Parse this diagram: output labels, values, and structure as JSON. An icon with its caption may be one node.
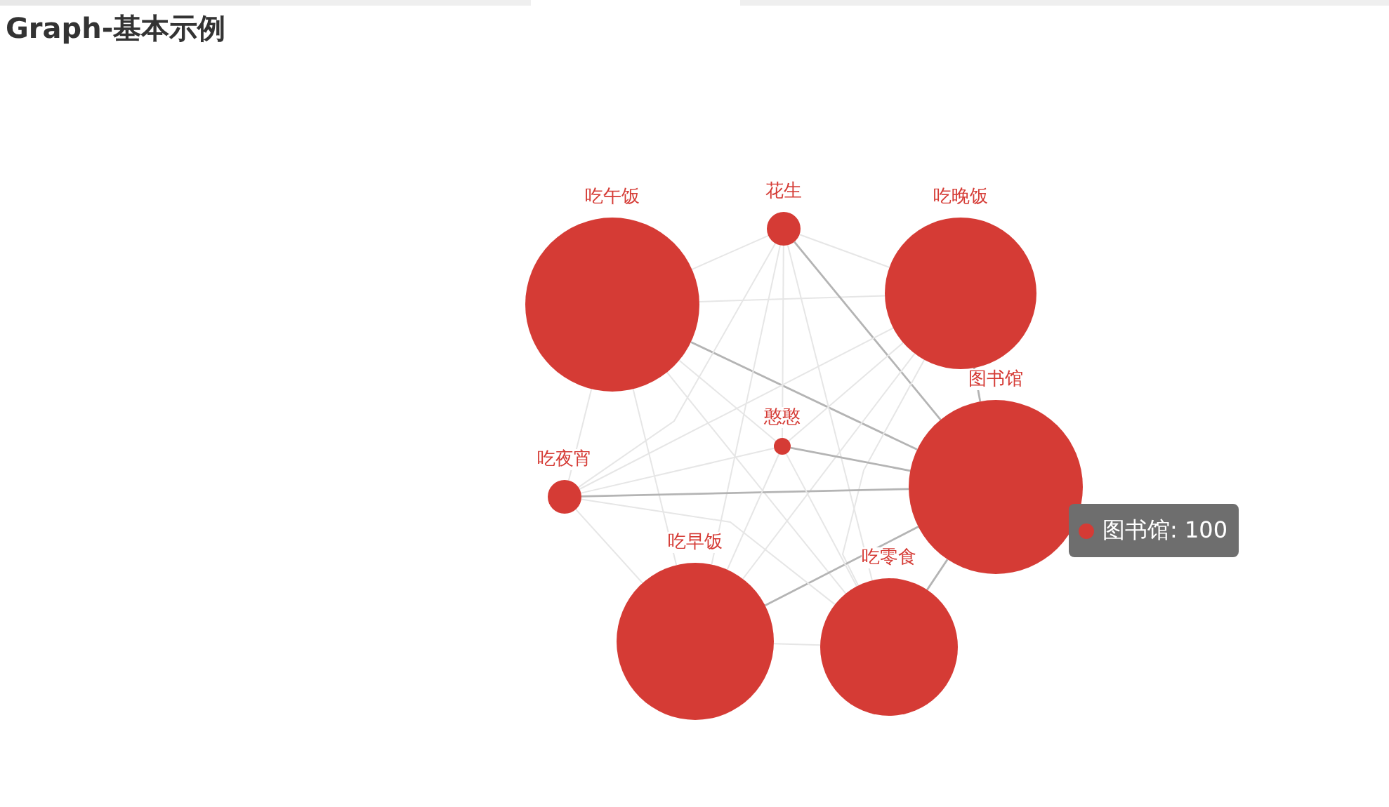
{
  "diagram": {
    "title": "Graph-基本示例",
    "nodes": [
      {
        "text": [
          "吃午饭"
        ]
      },
      {
        "text": [
          "花生"
        ]
      },
      {
        "text": [
          "吃晚饭"
        ]
      },
      {
        "text": [
          "图书馆"
        ]
      },
      {
        "text": [
          "憨憨"
        ]
      },
      {
        "text": [
          "吃夜宵"
        ]
      },
      {
        "text": [
          "吃早饭"
        ]
      },
      {
        "text": [
          "吃零食"
        ]
      }
    ],
    "edges": [
      {
        "from": 0,
        "to": 1,
        "arrow": "none"
      },
      {
        "from": 0,
        "to": 2,
        "arrow": "none"
      },
      {
        "from": 0,
        "to": 3,
        "arrow": "none",
        "color": "#b4b4b4"
      },
      {
        "from": 0,
        "to": 4,
        "arrow": "none"
      },
      {
        "from": 0,
        "to": 5,
        "arrow": "none"
      },
      {
        "from": 0,
        "to": 6,
        "arrow": "none"
      },
      {
        "from": 0,
        "to": 7,
        "arrow": "none"
      },
      {
        "from": 1,
        "to": 2,
        "arrow": "none"
      },
      {
        "from": 1,
        "to": 3,
        "arrow": "none",
        "color": "#b4b4b4"
      },
      {
        "from": 1,
        "to": 4,
        "arrow": "none"
      },
      {
        "from": 1,
        "to": 5,
        "arrow": "none"
      },
      {
        "from": 1,
        "to": 6,
        "arrow": "none"
      },
      {
        "from": 1,
        "to": 7,
        "arrow": "none"
      },
      {
        "from": 2,
        "to": 3,
        "arrow": "none",
        "color": "#b4b4b4"
      },
      {
        "from": 2,
        "to": 4,
        "arrow": "none"
      },
      {
        "from": 2,
        "to": 5,
        "arrow": "none"
      },
      {
        "from": 2,
        "to": 6,
        "arrow": "none"
      },
      {
        "from": 2,
        "to": 7,
        "arrow": "none"
      },
      {
        "from": 3,
        "to": 4,
        "arrow": "none",
        "color": "#b4b4b4"
      },
      {
        "from": 3,
        "to": 5,
        "arrow": "none",
        "color": "#b4b4b4"
      },
      {
        "from": 3,
        "to": 6,
        "arrow": "none",
        "color": "#b4b4b4"
      },
      {
        "from": 3,
        "to": 7,
        "arrow": "none",
        "color": "#b4b4b4"
      },
      {
        "from": 4,
        "to": 5,
        "arrow": "none"
      },
      {
        "from": 4,
        "to": 6,
        "arrow": "none"
      },
      {
        "from": 4,
        "to": 7,
        "arrow": "none"
      },
      {
        "from": 5,
        "to": 6,
        "arrow": "none"
      },
      {
        "from": 5,
        "to": 7,
        "arrow": "none"
      },
      {
        "from": 6,
        "to": 7,
        "arrow": "none"
      }
    ],
    "labels": [
      "图书馆: 100"
    ]
  }
}
